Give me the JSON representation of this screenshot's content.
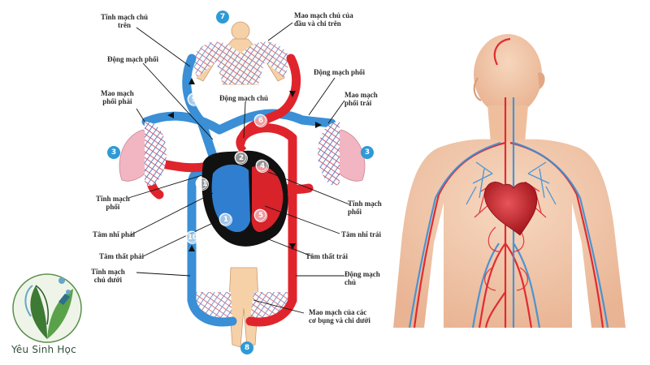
{
  "labels": {
    "tinh_mach_chu_tren": "Tĩnh mạch chủ\ntrên",
    "dong_mach_phoi_left": "Động mạch phổi",
    "mao_mach_phoi_phai": "Mao mạch\nphổi phải",
    "tinh_mach_phoi_left": "Tĩnh mạch\nphổi",
    "tam_nhi_phai": "Tâm nhĩ phải",
    "tam_that_phai": "Tâm thất phải",
    "tinh_mach_chu_duoi": "Tĩnh mạch\nchủ dưới",
    "mao_mach_chu_dau": "Mao mạch chủ của\nđầu và chi trên",
    "dong_mach_phoi_right": "Động mạch phổi",
    "mao_mach_phoi_trai": "Mao mạch\nphổi trái",
    "dong_mach_chu_top": "Động mạch chủ",
    "tinh_mach_phoi_right": "Tĩnh mạch\nphổi",
    "tam_nhi_trai": "Tâm nhĩ trái",
    "tam_that_trai": "Tâm thất trái",
    "dong_mach_chu_right": "Động mạch\nchủ",
    "mao_mach_co_bung": "Mao mạch của các\ncơ bụng và chi dưới"
  },
  "numbers": {
    "n1": "1",
    "n2": "2",
    "n3a": "3",
    "n3b": "3",
    "n4": "4",
    "n5": "5",
    "n6": "6",
    "n7": "7",
    "n8": "8",
    "n9": "9",
    "n10": "10",
    "n11": "11"
  },
  "brand": "Yêu Sinh Học",
  "colors": {
    "deoxygenated": "#3a8fd6",
    "oxygenated": "#e0242c",
    "lung": "#f1b6c2",
    "skin": "#f6d1a8",
    "heart_dark": "#111111",
    "badge": "#2e9ad6"
  }
}
